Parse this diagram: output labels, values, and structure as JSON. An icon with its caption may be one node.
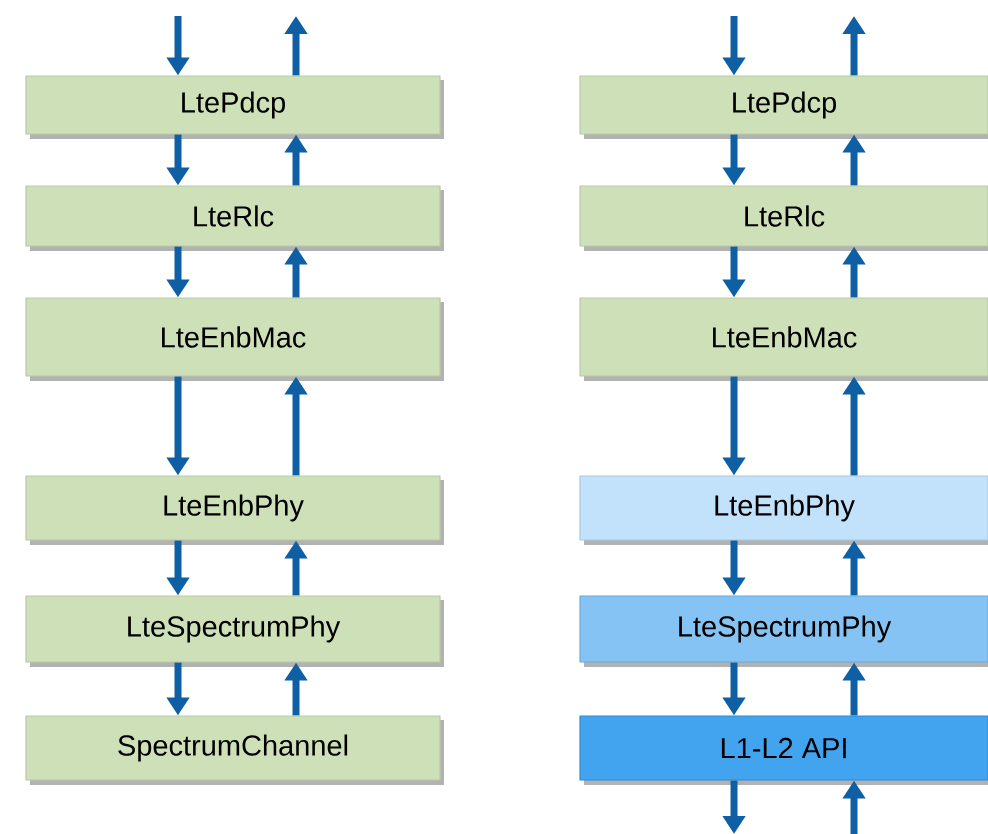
{
  "diagram": {
    "nodes": [
      {
        "text": [
          "LtePdcp"
        ]
      },
      {
        "text": [
          "LteRlc"
        ]
      },
      {
        "text": [
          "LteEnbMac"
        ]
      },
      {
        "text": [
          "LteEnbPhy"
        ]
      },
      {
        "text": [
          "LteSpectrumPhy"
        ]
      },
      {
        "text": [
          "SpectrumChannel"
        ]
      },
      {
        "text": [
          "LtePdcp"
        ]
      },
      {
        "text": [
          "LteRlc"
        ]
      },
      {
        "text": [
          "LteEnbMac"
        ]
      },
      {
        "text": [
          "LteEnbPhy"
        ]
      },
      {
        "text": [
          "LteSpectrumPhy"
        ]
      },
      {
        "text": [
          "L1-L2 API"
        ]
      }
    ],
    "edges": [
      {
        "from": null,
        "to": 0,
        "arrow": "to"
      },
      {
        "from": 0,
        "to": null,
        "arrow": "to"
      },
      {
        "from": 0,
        "to": 1,
        "arrow": "to"
      },
      {
        "from": 1,
        "to": 0,
        "arrow": "to"
      },
      {
        "from": 1,
        "to": 2,
        "arrow": "to"
      },
      {
        "from": 2,
        "to": 1,
        "arrow": "to"
      },
      {
        "from": 2,
        "to": 3,
        "arrow": "to"
      },
      {
        "from": 3,
        "to": 2,
        "arrow": "to"
      },
      {
        "from": 3,
        "to": 4,
        "arrow": "to"
      },
      {
        "from": 4,
        "to": 3,
        "arrow": "to"
      },
      {
        "from": 4,
        "to": 5,
        "arrow": "to"
      },
      {
        "from": 5,
        "to": 4,
        "arrow": "to"
      },
      {
        "from": null,
        "to": 6,
        "arrow": "to"
      },
      {
        "from": 6,
        "to": null,
        "arrow": "to"
      },
      {
        "from": 6,
        "to": 7,
        "arrow": "to"
      },
      {
        "from": 7,
        "to": 6,
        "arrow": "to"
      },
      {
        "from": 7,
        "to": 8,
        "arrow": "to"
      },
      {
        "from": 8,
        "to": 7,
        "arrow": "to"
      },
      {
        "from": 8,
        "to": 9,
        "arrow": "to"
      },
      {
        "from": 9,
        "to": 8,
        "arrow": "to"
      },
      {
        "from": 9,
        "to": 10,
        "arrow": "to"
      },
      {
        "from": 10,
        "to": 9,
        "arrow": "to"
      },
      {
        "from": 10,
        "to": 11,
        "arrow": "to"
      },
      {
        "from": 11,
        "to": 10,
        "arrow": "to"
      },
      {
        "from": 11,
        "to": null,
        "arrow": "to"
      },
      {
        "from": null,
        "to": 11,
        "arrow": "to"
      }
    ]
  }
}
